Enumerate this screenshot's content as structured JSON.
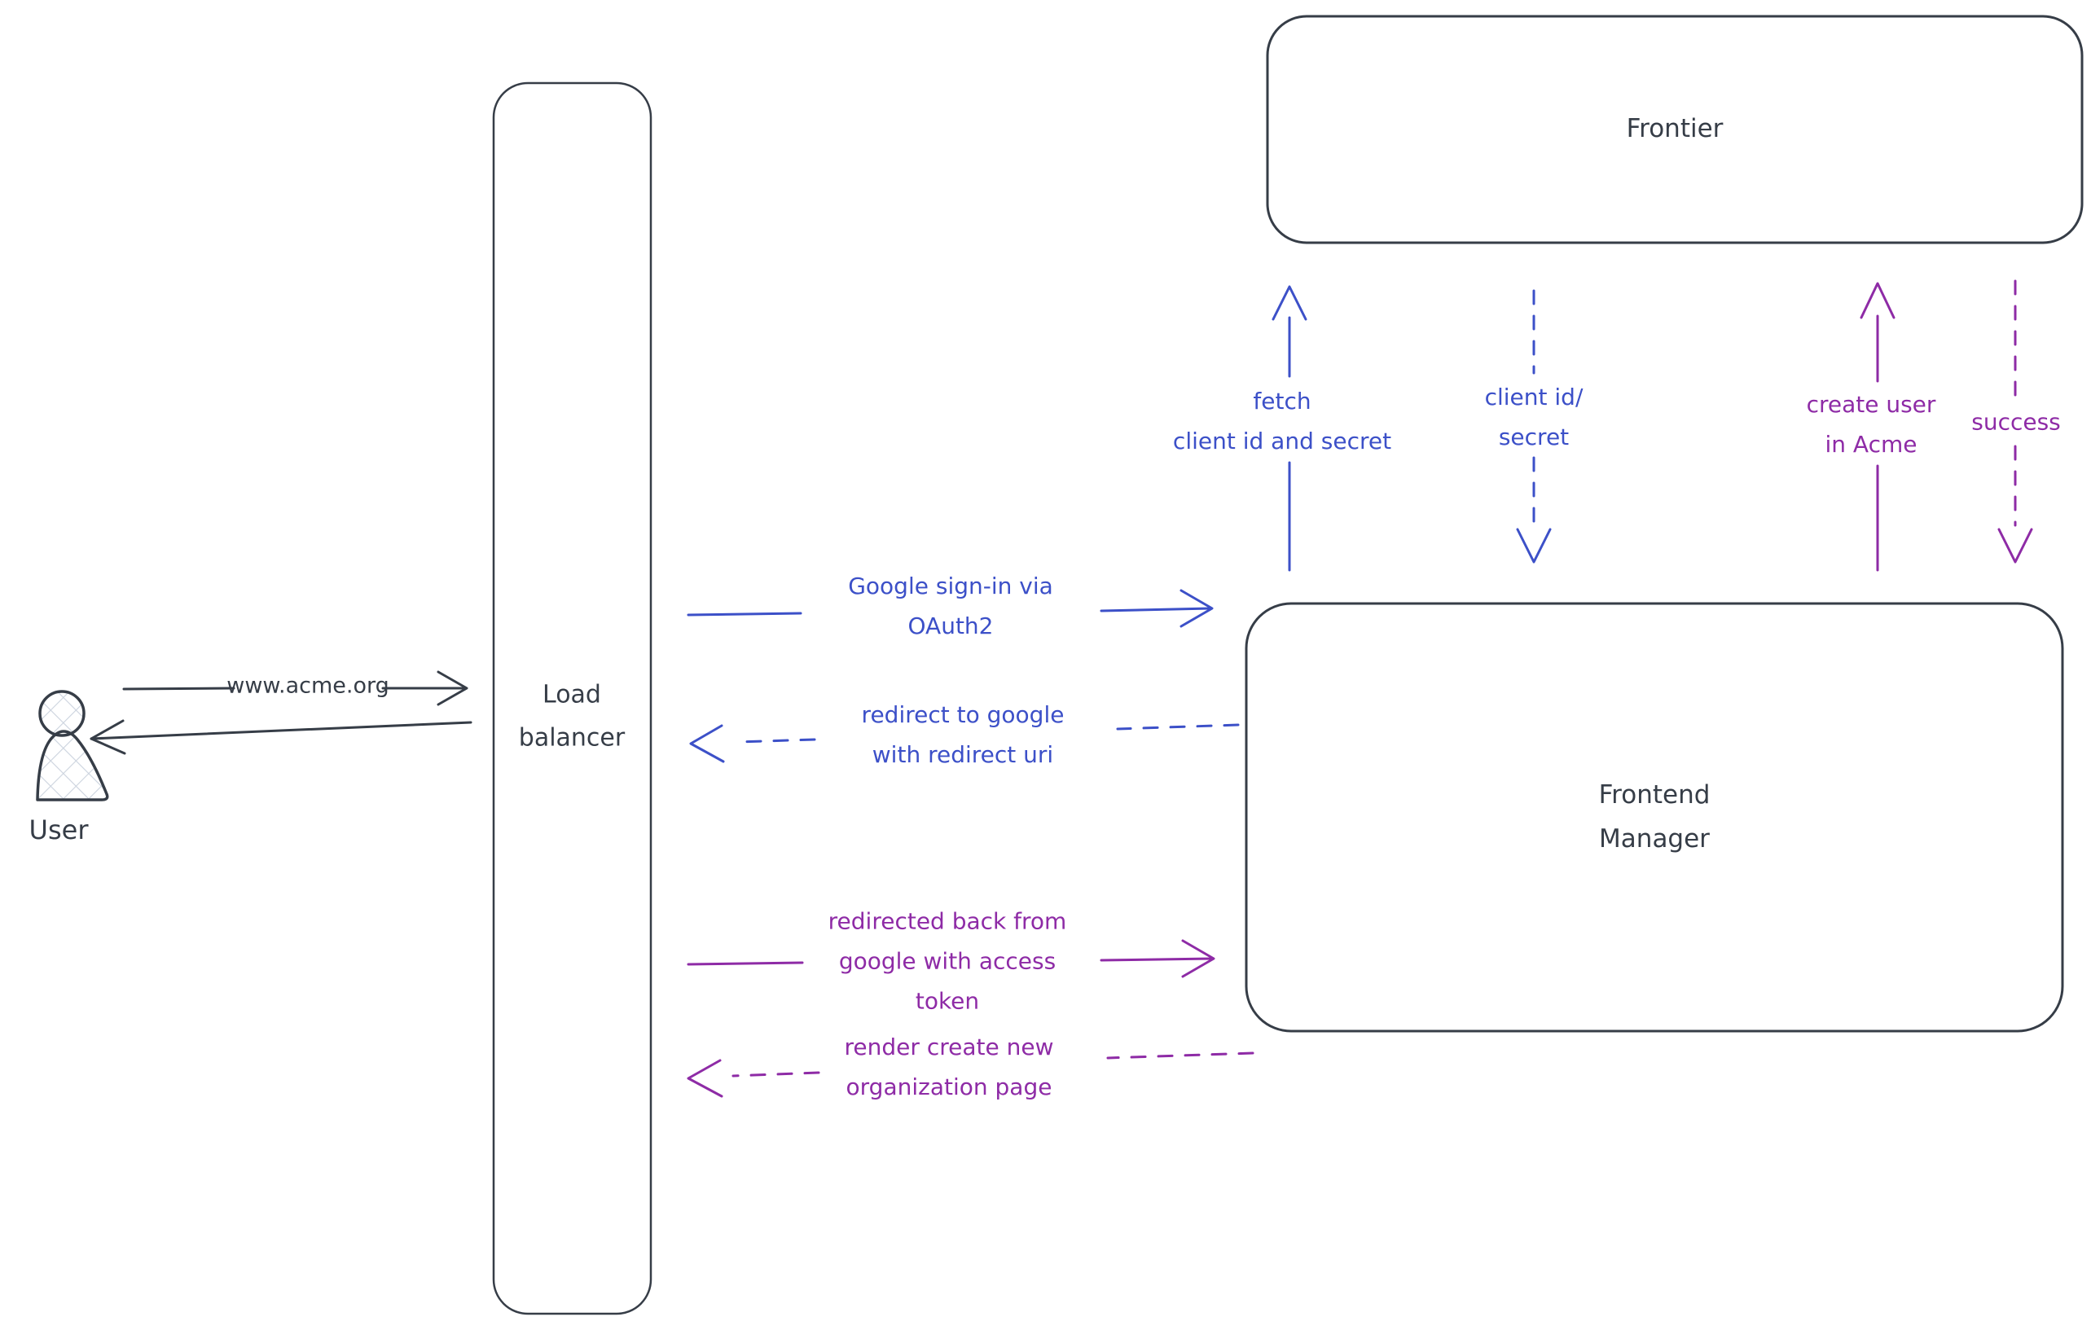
{
  "colors": {
    "ink": "#363d47",
    "blue": "#3c50c8",
    "purple": "#8e2ba6",
    "hatch": "#ccd3de",
    "background": "#ffffff"
  },
  "nodes": {
    "user": {
      "label": "User"
    },
    "load_balancer": {
      "label": "Load\nbalancer"
    },
    "frontier": {
      "label": "Frontier"
    },
    "frontend_manager": {
      "label": "Frontend\nManager"
    }
  },
  "edges": {
    "www_acme": {
      "label": "www.acme.org",
      "from": "user",
      "to": "load_balancer",
      "style": "solid",
      "color": "ink"
    },
    "lb_response": {
      "from": "load_balancer",
      "to": "user",
      "style": "solid",
      "color": "ink"
    },
    "google_signin": {
      "label": "Google sign-in via\nOAuth2",
      "from": "load_balancer",
      "to": "frontend_manager",
      "style": "solid",
      "color": "blue"
    },
    "redirect_google": {
      "label": "redirect to google\nwith redirect uri",
      "from": "frontend_manager",
      "to": "load_balancer",
      "style": "dashed",
      "color": "blue"
    },
    "redirected_back": {
      "label": "redirected back from\ngoogle with access\ntoken",
      "from": "load_balancer",
      "to": "frontend_manager",
      "style": "solid",
      "color": "purple"
    },
    "render_org_page": {
      "label": "render create new\norganization page",
      "from": "frontend_manager",
      "to": "load_balancer",
      "style": "dashed",
      "color": "purple"
    },
    "fetch_client_secret": {
      "label": "fetch\nclient id and secret",
      "from": "frontend_manager",
      "to": "frontier",
      "style": "solid",
      "color": "blue"
    },
    "client_id_secret": {
      "label": "client id/\nsecret",
      "from": "frontier",
      "to": "frontend_manager",
      "style": "dashed",
      "color": "blue"
    },
    "create_user": {
      "label": "create user\nin Acme",
      "from": "frontend_manager",
      "to": "frontier",
      "style": "solid",
      "color": "purple"
    },
    "success": {
      "label": "success",
      "from": "frontier",
      "to": "frontend_manager",
      "style": "dashed",
      "color": "purple"
    }
  }
}
